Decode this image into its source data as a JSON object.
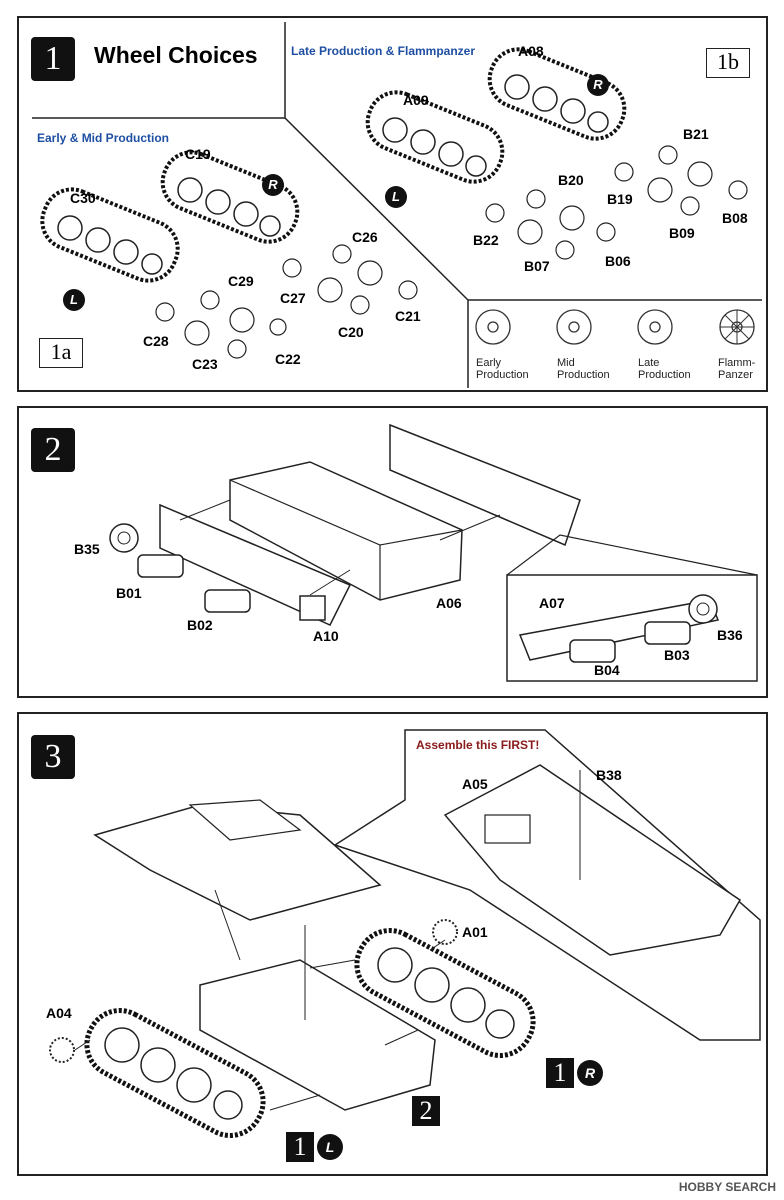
{
  "step1": {
    "number": "1",
    "title": "Wheel Choices",
    "sub_a": {
      "badge": "1a",
      "heading": "Early & Mid Production",
      "parts": [
        "C30",
        "C19",
        "C26",
        "C29",
        "C27",
        "C28",
        "C23",
        "C22",
        "C20",
        "C21"
      ],
      "sides": {
        "left": "L",
        "right": "R"
      }
    },
    "sub_b": {
      "badge": "1b",
      "heading": "Late Production & Flammpanzer",
      "parts": [
        "A09",
        "A08",
        "B21",
        "B20",
        "B19",
        "B08",
        "B22",
        "B09",
        "B07",
        "B06"
      ],
      "sides": {
        "left": "L",
        "right": "R"
      }
    },
    "legend": [
      {
        "line1": "Early",
        "line2": "Production"
      },
      {
        "line1": "Mid",
        "line2": "Production"
      },
      {
        "line1": "Late",
        "line2": "Production"
      },
      {
        "line1": "Flamm-",
        "line2": "Panzer"
      }
    ]
  },
  "step2": {
    "number": "2",
    "parts": [
      "B35",
      "B01",
      "B02",
      "A10",
      "A06",
      "A07",
      "B36",
      "B04",
      "B03"
    ]
  },
  "step3": {
    "number": "3",
    "callout": "Assemble this FIRST!",
    "parts": [
      "A05",
      "B38",
      "A01",
      "A04"
    ],
    "refs": [
      {
        "num": "1",
        "side": "R"
      },
      {
        "num": "2"
      },
      {
        "num": "1",
        "side": "L"
      }
    ]
  },
  "watermark": "HOBBY SEARCH"
}
